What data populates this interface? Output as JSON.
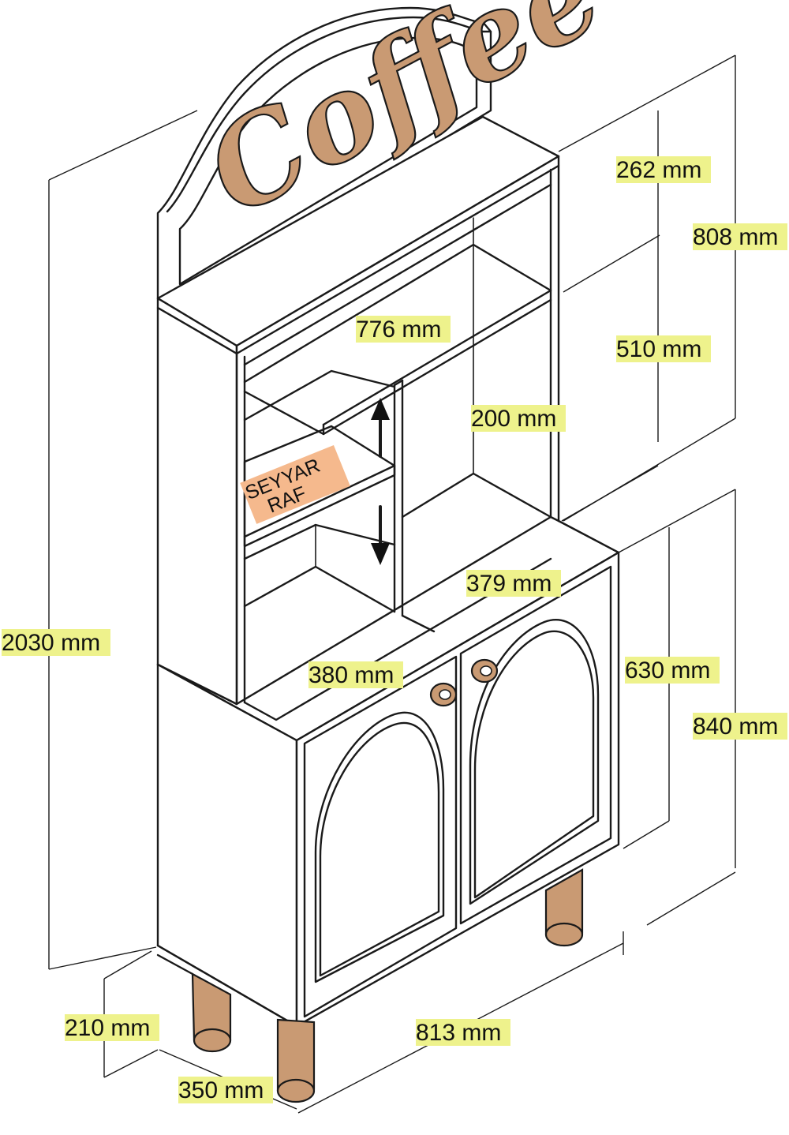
{
  "sign": {
    "text": "Coffee"
  },
  "tag": {
    "line1": "SEYYAR",
    "line2": "RAF"
  },
  "colors": {
    "wood": "#c99a73",
    "label_highlight": "#eef28c",
    "tag_highlight": "#f5b98d",
    "line": "#1a1a1a"
  },
  "dimensions": {
    "d262": "262 mm",
    "d808": "808 mm",
    "d776": "776 mm",
    "d510": "510 mm",
    "d200": "200 mm",
    "d379": "379 mm",
    "d2030": "2030 mm",
    "d380": "380 mm",
    "d630": "630 mm",
    "d840": "840 mm",
    "d210": "210 mm",
    "d813": "813 mm",
    "d350": "350 mm"
  }
}
